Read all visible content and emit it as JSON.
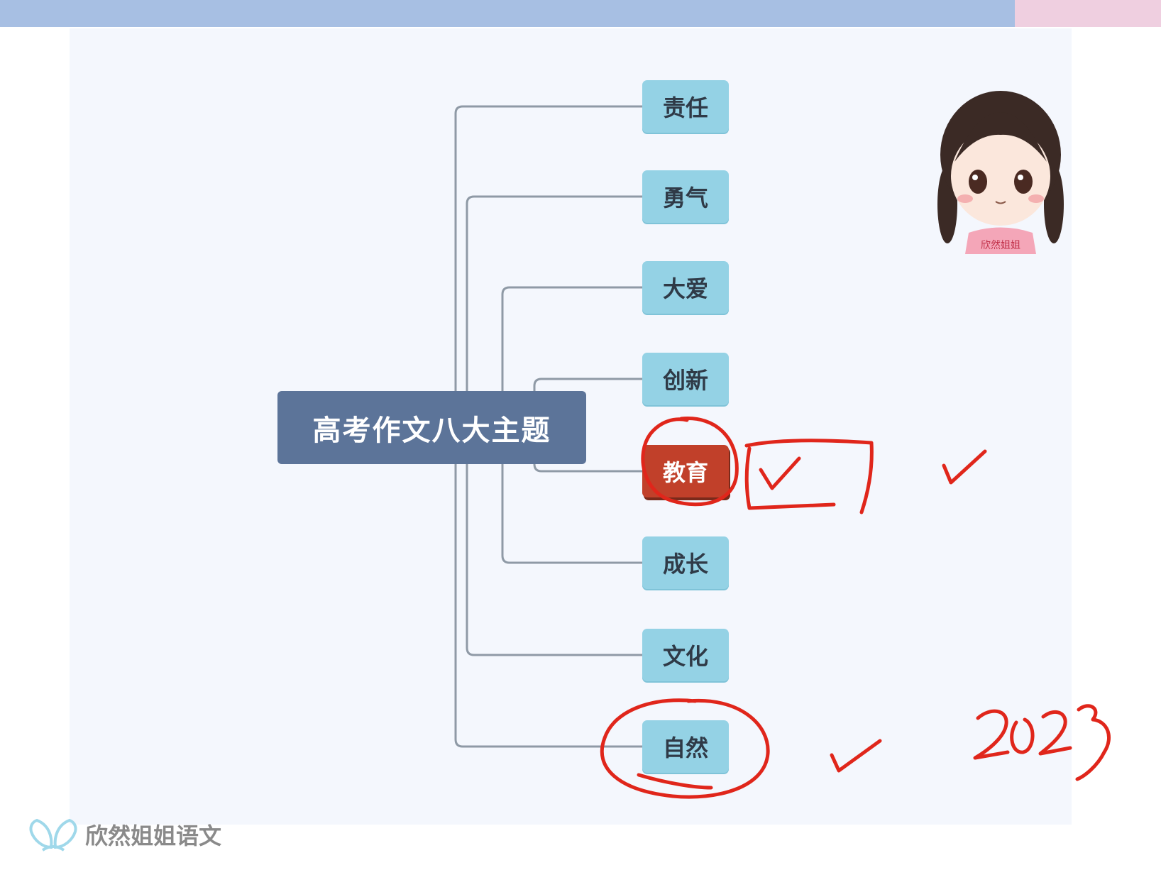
{
  "mindmap": {
    "root": "高考作文八大主题",
    "branches": [
      {
        "label": "责任",
        "highlighted": false
      },
      {
        "label": "勇气",
        "highlighted": false
      },
      {
        "label": "大爱",
        "highlighted": false
      },
      {
        "label": "创新",
        "highlighted": false
      },
      {
        "label": "教育",
        "highlighted": true
      },
      {
        "label": "成长",
        "highlighted": false
      },
      {
        "label": "文化",
        "highlighted": false
      },
      {
        "label": "自然",
        "highlighted": false
      }
    ]
  },
  "annotations": {
    "year": "2023",
    "ink_color": "#e0261b"
  },
  "footer": {
    "brand": "欣然姐姐语文"
  },
  "avatar": {
    "shirt_text": "欣然姐姐"
  },
  "colors": {
    "root_bg": "#5c7499",
    "node_bg": "#94d2e5",
    "highlight_bg": "#c1402a",
    "topbar": "#a7bfe3",
    "topbar_accent": "#efcfe0"
  }
}
